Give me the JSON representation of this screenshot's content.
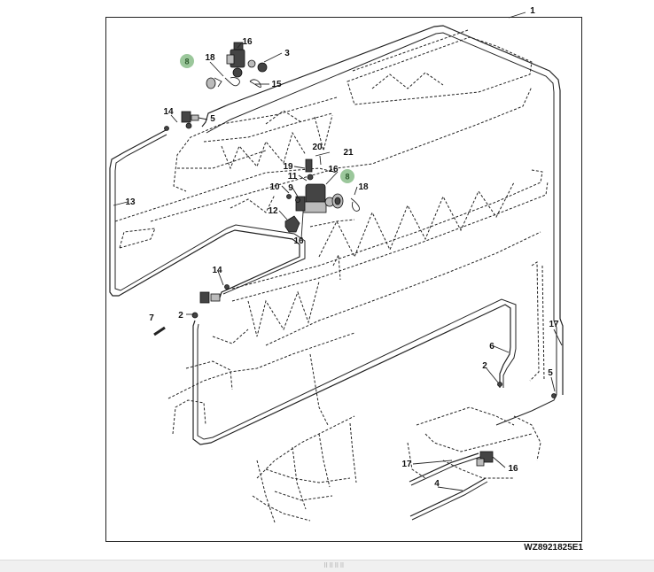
{
  "figure_id": "WZ8921825E1",
  "callouts": {
    "c1": "1",
    "c3": "3",
    "c16a": "16",
    "c18a": "18",
    "c8a": "8",
    "c15": "15",
    "c14a": "14",
    "c5a": "5",
    "c13": "13",
    "c20": "20",
    "c21": "21",
    "c19": "19",
    "c11": "11",
    "c16b": "16",
    "c8b": "8",
    "c18b": "18",
    "c10": "10",
    "c9": "9",
    "c12": "12",
    "c16c": "16",
    "c14b": "14",
    "c7": "7",
    "c2a": "2",
    "c17a": "17",
    "c6": "6",
    "c2b": "2",
    "c5b": "5",
    "c17b": "17",
    "c16d": "16",
    "c4": "4"
  },
  "grip_glyph": "⠿⠿⠿⠿"
}
